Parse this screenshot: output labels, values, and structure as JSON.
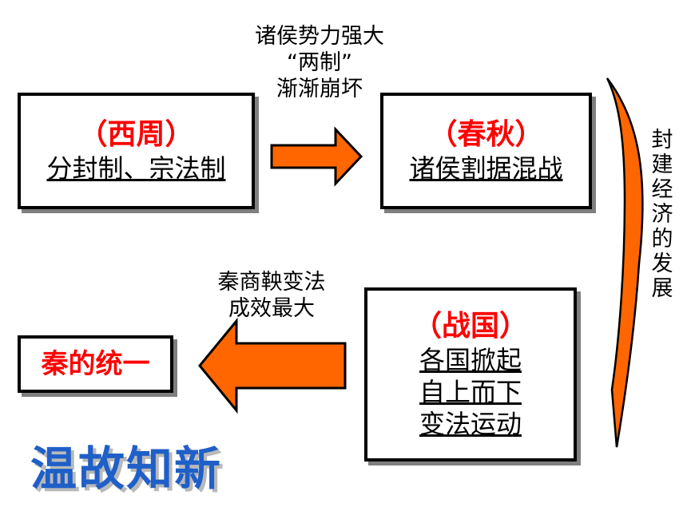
{
  "boxes": {
    "western_zhou": {
      "title": "（西周）",
      "lines": [
        "分封制、宗法制"
      ]
    },
    "spring_autumn": {
      "title": "（春秋）",
      "lines": [
        "诸侯割据混战"
      ]
    },
    "warring_states": {
      "title": "（战国）",
      "lines": [
        "各国掀起",
        "自上而下",
        "变法运动"
      ]
    },
    "qin_unification": {
      "title": "秦的统一"
    }
  },
  "notes": {
    "top": [
      "诸侯势力强大",
      "“两制”",
      "渐渐崩坏"
    ],
    "middle": [
      "秦商鞅变法",
      "成效最大"
    ],
    "side": [
      "封",
      "建",
      "经",
      "济",
      "的",
      "发",
      "展"
    ]
  },
  "heading": "温故知新",
  "colors": {
    "arrow_fill": "#ff6600",
    "title_red": "#ff0000",
    "heading_blue": "#1f5fc8"
  }
}
